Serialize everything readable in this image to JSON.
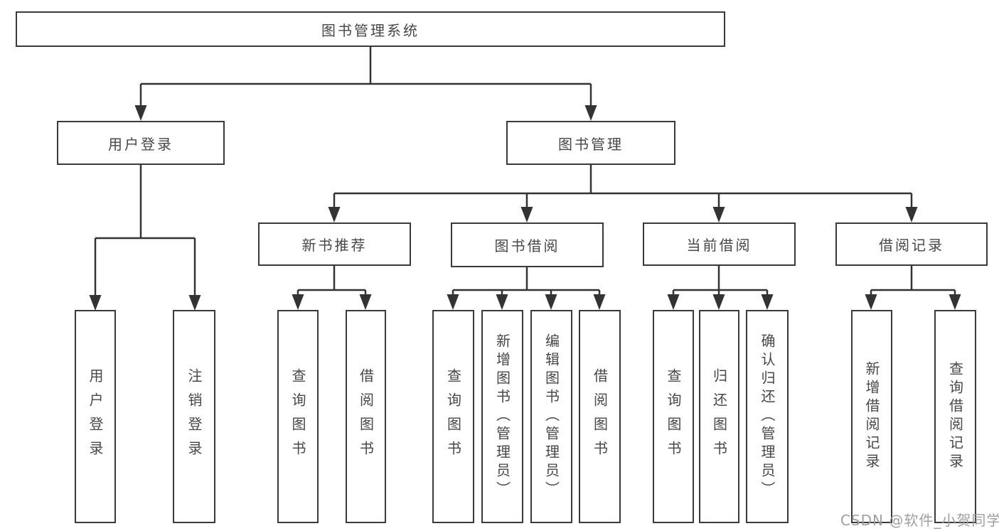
{
  "nodes": {
    "root": "图书管理系统",
    "user_login": "用户登录",
    "book_management": "图书管理",
    "new_book_recommend": "新书推荐",
    "book_borrowing": "图书借阅",
    "current_borrowing": "当前借阅",
    "borrowing_records": "借阅记录",
    "leaf_user_login": "用户登录",
    "leaf_logout": "注销登录",
    "leaf_nr_query_books": "查询图书",
    "leaf_nr_borrow_books": "借阅图书",
    "leaf_bb_query_books": "查询图书",
    "leaf_bb_add_books_admin": "新增图书（管理员）",
    "leaf_bb_edit_books_admin": "编辑图书（管理员）",
    "leaf_bb_borrow_books": "借阅图书",
    "leaf_cb_query_books": "查询图书",
    "leaf_cb_return_books": "归还图书",
    "leaf_cb_confirm_return_admin": "确认归还（管理员）",
    "leaf_br_add_record": "新增借阅记录",
    "leaf_br_query_record": "查询借阅记录"
  },
  "structure": {
    "图书管理系统": {
      "用户登录": [
        "用户登录",
        "注销登录"
      ],
      "图书管理": {
        "新书推荐": [
          "查询图书",
          "借阅图书"
        ],
        "图书借阅": [
          "查询图书",
          "新增图书（管理员）",
          "编辑图书（管理员）",
          "借阅图书"
        ],
        "当前借阅": [
          "查询图书",
          "归还图书",
          "确认归还（管理员）"
        ],
        "借阅记录": [
          "新增借阅记录",
          "查询借阅记录"
        ]
      }
    }
  },
  "watermark": "CSDN @软件_小贺同学",
  "colors": {
    "line": "#333333",
    "box_border": "#3a3a3a",
    "text": "#474747",
    "watermark": "#9f9f9f",
    "background": "#ffffff"
  }
}
